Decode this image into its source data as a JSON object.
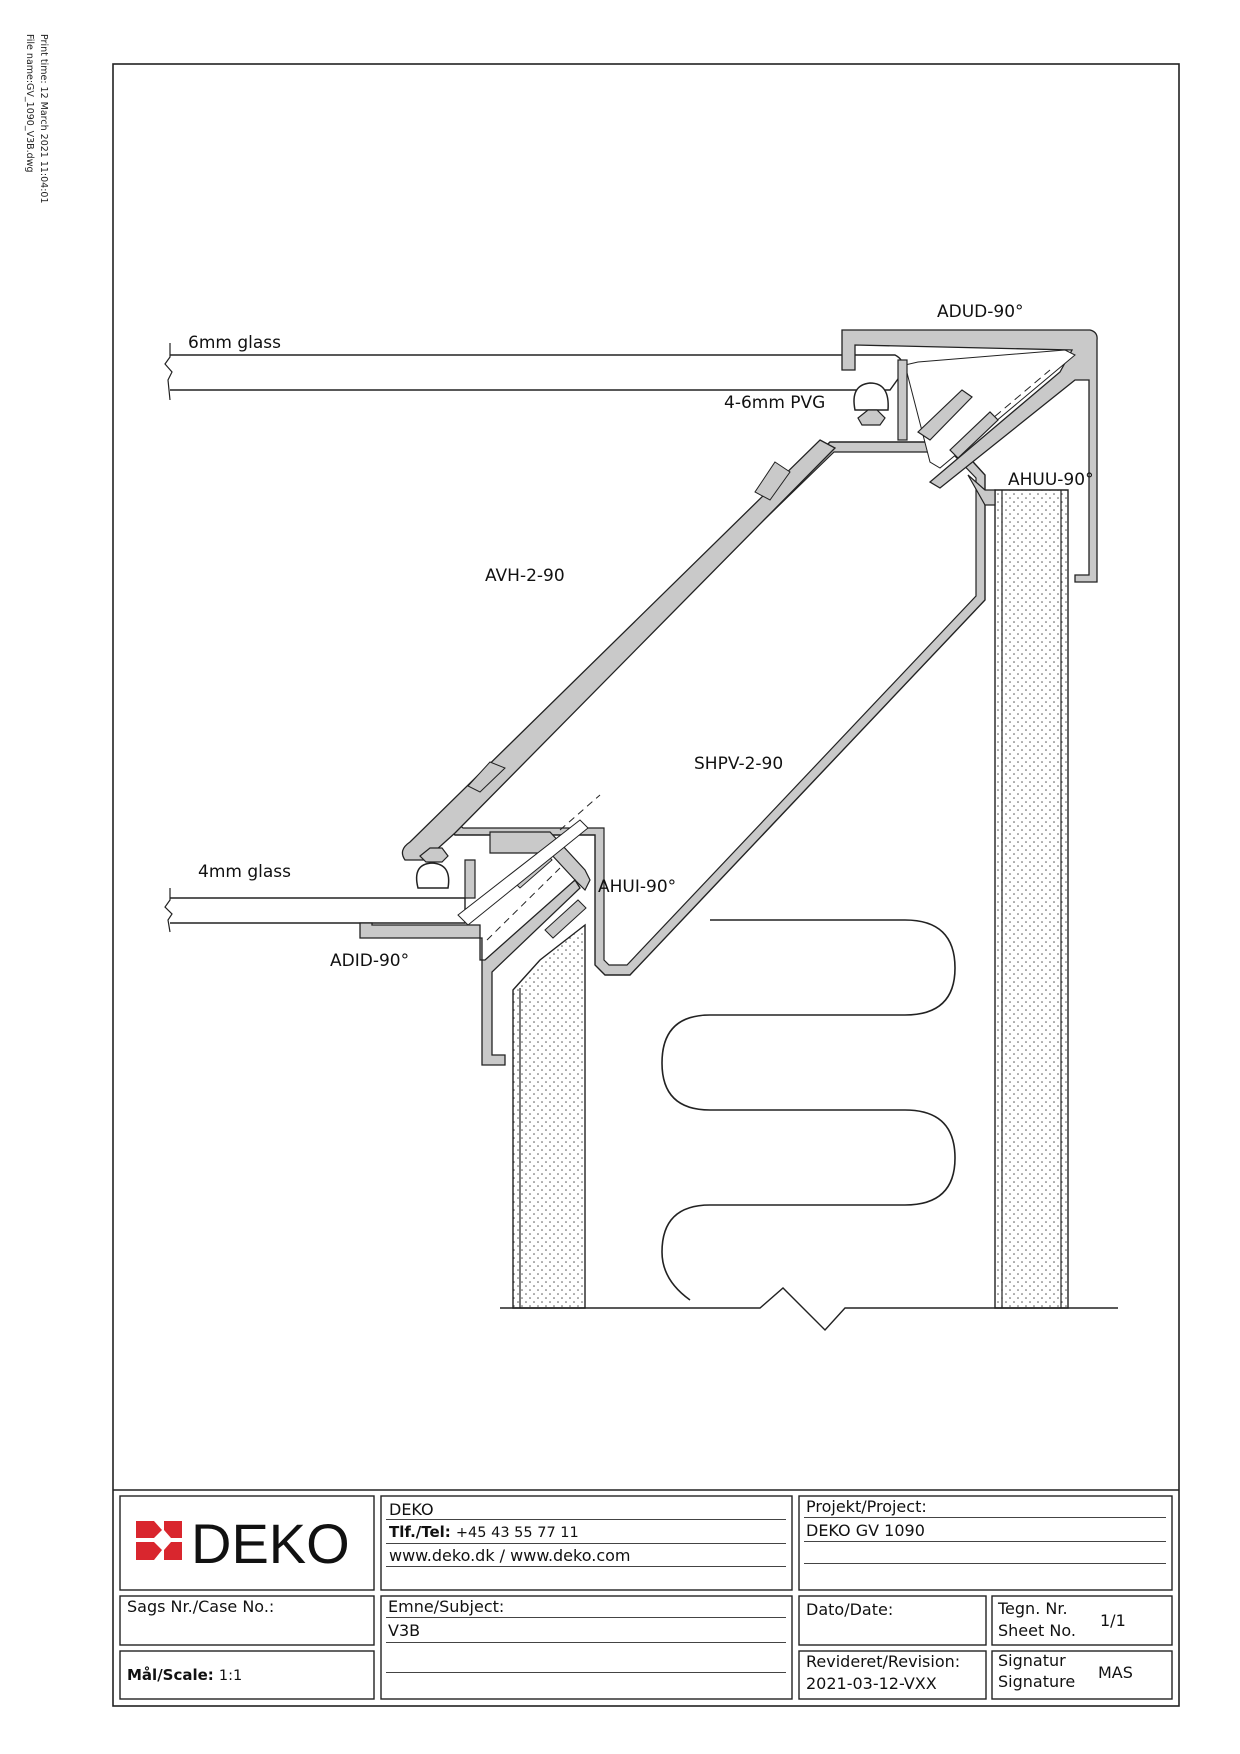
{
  "meta": {
    "print_time": "Print time: 12 March 2021 11:04:01",
    "file_name": "File name:GV_1090_V3B.dwg"
  },
  "labels": {
    "glass_top": "6mm glass",
    "adud": "ADUD-90°",
    "pvg": "4-6mm PVG",
    "ahuu": "AHUU-90°",
    "avh": "AVH-2-90",
    "shpv": "SHPV-2-90",
    "glass_bottom": "4mm glass",
    "ahui": "AHUI-90°",
    "adid": "ADID-90°"
  },
  "title_block": {
    "logo_text": "DEKO",
    "company": "DEKO",
    "tel_label": "Tlf./Tel:",
    "tel_value": "+45 43 55 77 11",
    "web": "www.deko.dk / www.deko.com",
    "project_label": "Projekt/Project:",
    "project_value": "DEKO GV 1090",
    "case_label": "Sags Nr./Case No.:",
    "case_value": "",
    "subject_label": "Emne/Subject:",
    "subject_value": "V3B",
    "date_label": "Dato/Date:",
    "date_value": "",
    "sheet_label_1": "Tegn. Nr.",
    "sheet_label_2": "Sheet No.",
    "sheet_value": "1/1",
    "scale_label": "Mål/Scale:",
    "scale_value": "1:1",
    "revision_label": "Revideret/Revision:",
    "revision_value": "2021-03-12-VXX",
    "signature_label_1": "Signatur",
    "signature_label_2": "Signature",
    "signature_value": "MAS"
  },
  "colors": {
    "brand_red": "#d9262e",
    "profile_fill": "#c9c9c9",
    "line": "#222222"
  }
}
